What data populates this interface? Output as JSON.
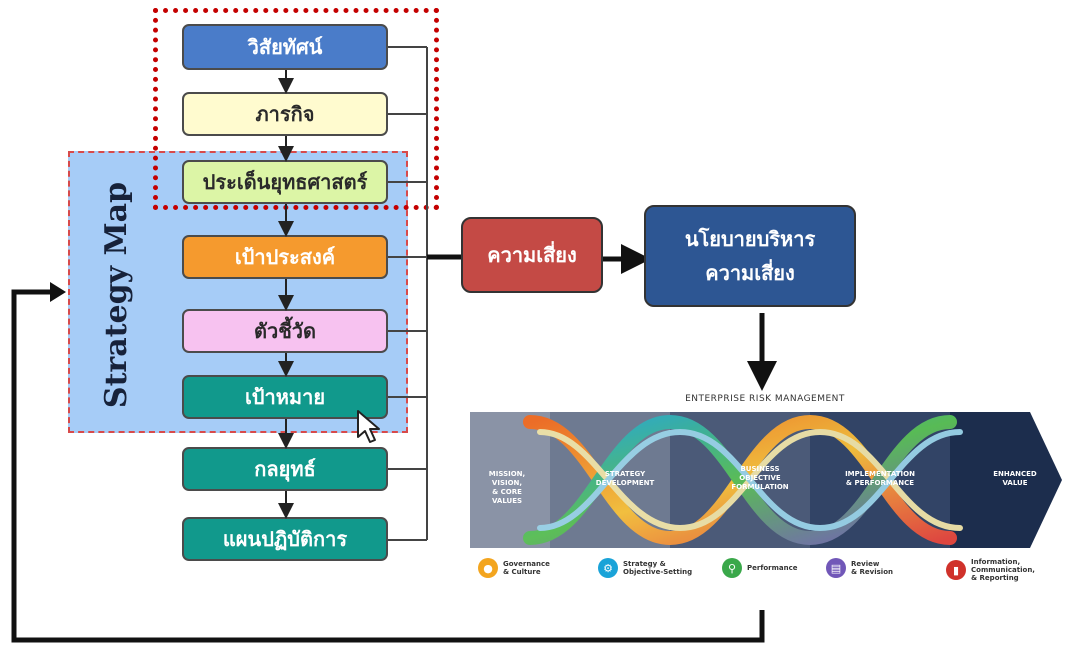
{
  "strategy_map": {
    "label": "Strategy Map",
    "boxes": [
      {
        "id": "vision",
        "label": "วิสัยทัศน์",
        "color": "#4a7cc9"
      },
      {
        "id": "mission",
        "label": "ภารกิจ",
        "color": "#fffbcf"
      },
      {
        "id": "strategic-issue",
        "label": "ประเด็นยุทธศาสตร์",
        "color": "#dcf5a6"
      },
      {
        "id": "objective",
        "label": "เป้าประสงค์",
        "color": "#f59a2e"
      },
      {
        "id": "indicator",
        "label": "ตัวชี้วัด",
        "color": "#f7c2f0"
      },
      {
        "id": "target",
        "label": "เป้าหมาย",
        "color": "#11998c"
      },
      {
        "id": "strategy",
        "label": "กลยุทธ์",
        "color": "#11998c"
      },
      {
        "id": "action-plan",
        "label": "แผนปฏิบัติการ",
        "color": "#11998c"
      }
    ]
  },
  "risk": {
    "label": "ความเสี่ยง",
    "color": "#c44a45"
  },
  "risk_policy": {
    "line1": "นโยบายบริหาร",
    "line2": "ความเสี่ยง",
    "color": "#2d5693"
  },
  "erm": {
    "title": "ENTERPRISE RISK MANAGEMENT",
    "phases": [
      "MISSION, VISION,\n& CORE VALUES",
      "STRATEGY\nDEVELOPMENT",
      "BUSINESS\nOBJECTIVE\nFORMULATION",
      "IMPLEMENTATION\n& PERFORMANCE",
      "ENHANCED\nVALUE"
    ],
    "components": [
      {
        "label": "Governance\n& Culture",
        "color": "#f3a51f",
        "icon": "people-icon"
      },
      {
        "label": "Strategy &\nObjective-Setting",
        "color": "#1aa3d8",
        "icon": "gears-icon"
      },
      {
        "label": "Performance",
        "color": "#3aa84a",
        "icon": "magnifier-icon"
      },
      {
        "label": "Review\n& Revision",
        "color": "#7157b8",
        "icon": "document-icon"
      },
      {
        "label": "Information,\nCommunication,\n& Reporting",
        "color": "#d0322b",
        "icon": "bar-chart-icon"
      }
    ]
  }
}
